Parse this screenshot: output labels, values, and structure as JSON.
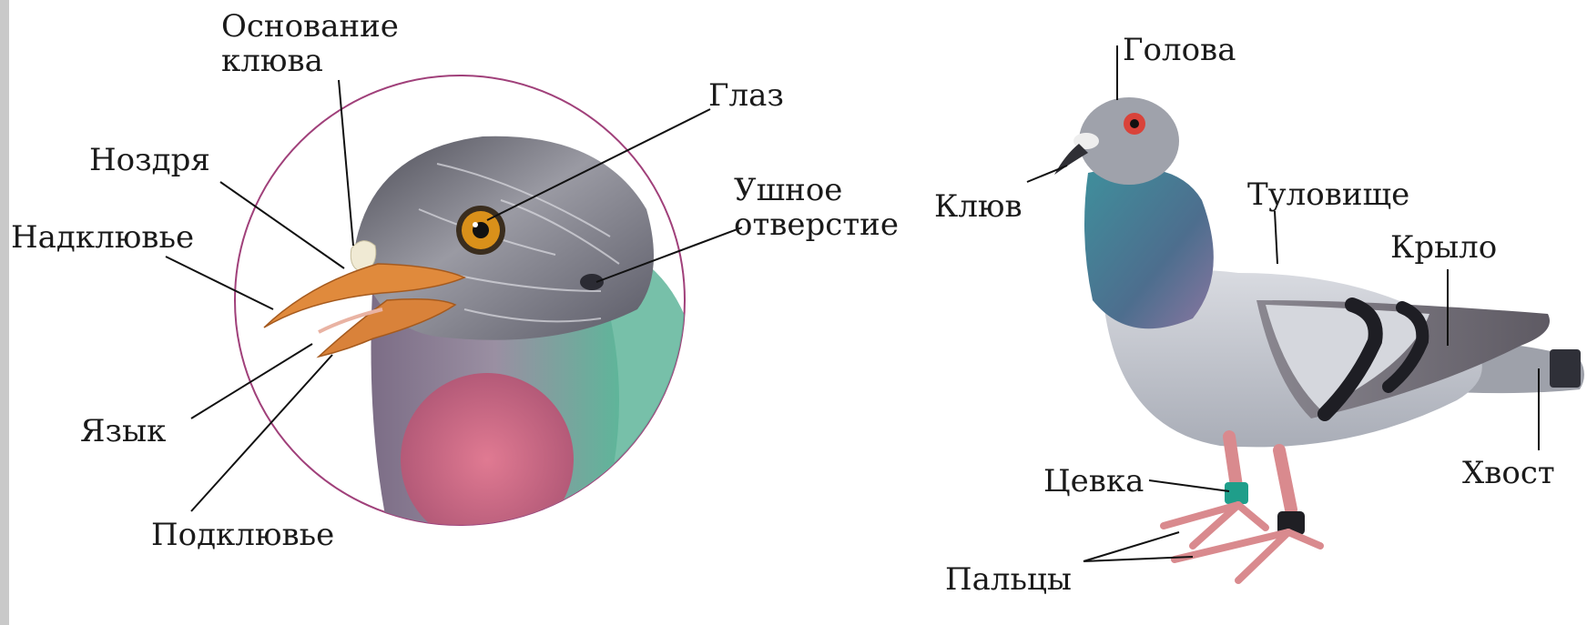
{
  "head_callouts": {
    "beak_base": "Основание\nклюва",
    "eye": "Глаз",
    "nostril": "Ноздря",
    "ear_opening": "Ушное\nотверстие",
    "upper_beak": "Надклювье",
    "tongue": "Язык",
    "lower_beak": "Подклювье"
  },
  "body_callouts": {
    "head": "Голова",
    "beak": "Клюв",
    "torso": "Туловище",
    "wing": "Крыло",
    "tail": "Хвост",
    "tarsus": "Цевка",
    "toes": "Пальцы"
  },
  "colors": {
    "circle_outline": "#a0407a",
    "beak": "#e08a3c",
    "eye_iris": "#d9901a",
    "neck_green": "#5fb59a",
    "breast_pink": "#d46a85",
    "pigeon_grey": "#b9bcc4",
    "neck_teal": "#3f8f9c",
    "leg_band_green": "#1f9e8a"
  }
}
